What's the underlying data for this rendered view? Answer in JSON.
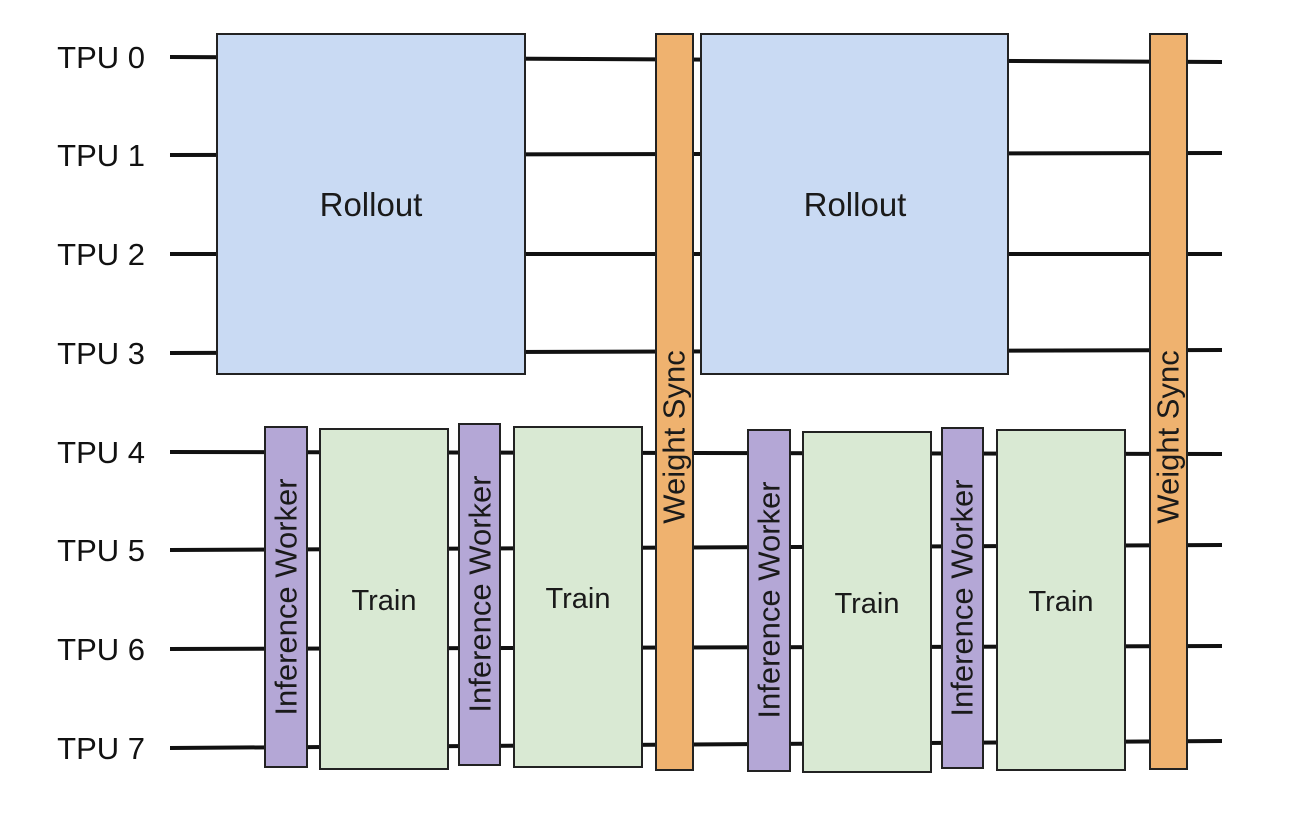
{
  "tpus": [
    "TPU 0",
    "TPU 1",
    "TPU 2",
    "TPU 3",
    "TPU 4",
    "TPU 5",
    "TPU 6",
    "TPU 7"
  ],
  "labels": {
    "rollout": "Rollout",
    "train": "Train",
    "inference_worker": "Inference Worker",
    "weight_sync": "Weight Sync"
  },
  "colors": {
    "rollout": "#c9daf3",
    "train": "#d9e9d3",
    "inference_worker": "#b4a7d6",
    "weight_sync": "#efb26f",
    "line": "#111111",
    "border": "#222222"
  }
}
